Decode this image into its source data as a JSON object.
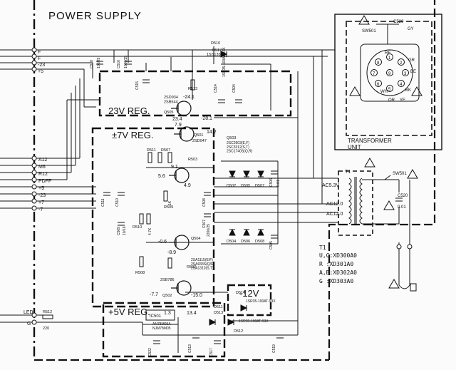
{
  "title": "POWER SUPPLY",
  "blocks": {
    "reg23": "23V REG.",
    "reg7": "±7V REG.",
    "reg5": "+5V REG.",
    "reg12": "-12V",
    "transformer_unit": "TRANSFORMER\nUNIT"
  },
  "connector_top": [
    "F",
    "F",
    "-23",
    "+5"
  ],
  "connector_mid": [
    "A12",
    "M6",
    "R12",
    "PDFF",
    "+5",
    "-23",
    "+7",
    "-7"
  ],
  "connector_bottom": [
    "LED",
    "G"
  ],
  "transistors": {
    "q505": "Q505",
    "q505_type": "2SD934\n2SB544",
    "q501": "Q501",
    "q501_type": "2SD947",
    "q503": "Q503",
    "q503_type": "2SC2603(E,F)\n2SC3312(S,T)\n2SC1740S(Q,R)",
    "q504": "Q504",
    "q504_type": "2SA1115(E/F)\n2SA933S(Q/R)\n2SA1310(S,T)",
    "q502": "Q502",
    "q502_type": "2SB786",
    "ic501": "IC501",
    "ic501_type": "AN78M05A\nNJM78M05"
  },
  "voltages": [
    "23.4",
    "-28.1",
    "-24.1",
    "7.9",
    "14.2",
    "9.1",
    "5.6",
    "4.9",
    "-0.6",
    "-8.9",
    "-7.7",
    "-15.0",
    "13.4",
    "1.3"
  ],
  "diodes": [
    "D510",
    "1SS133",
    "D511",
    "D513",
    "D514",
    "D512",
    "D502",
    "D504",
    "D505",
    "D506",
    "D507",
    "D508"
  ],
  "diode_part": "1SR35-100AT-93X",
  "resistors": [
    "R517",
    "R513",
    "R511",
    "R503",
    "R507",
    "R509",
    "R510",
    "R508",
    "R512",
    "R502"
  ],
  "capacitors": [
    "C518",
    "C516",
    "C515",
    "C514",
    "C511",
    "C510",
    "C509",
    "C508",
    "C507",
    "C506",
    "C505",
    "C504",
    "C513",
    "C517",
    "C519",
    "C522"
  ],
  "cap_values": [
    "100/25",
    "1000/25",
    "2200/25",
    "0.01",
    "10/16",
    "4.7K",
    "1K",
    "220"
  ],
  "t1": {
    "label": "T1",
    "ac53": "AC5.3V",
    "ac12a": "AC12.0",
    "ac12b": "AC12.0",
    "sw501": "SW501",
    "c520": "C520",
    "c520_val": "0.01"
  },
  "plug_labels": [
    "RE",
    "GR",
    "BE",
    "WH",
    "BK",
    "OR",
    "YE",
    "GY",
    "SW501",
    "C520"
  ],
  "plug_pins": [
    "1",
    "2",
    "3",
    "4",
    "5",
    "6",
    "7",
    "8",
    "9"
  ],
  "t1_table": [
    "T1",
    "U,C:XD300A0",
    "R   :XD301A0",
    "A,B:XD302A0",
    "G   :XD303A0"
  ],
  "colors": {
    "ink": "#111111",
    "paper": "#fbfbfb"
  }
}
